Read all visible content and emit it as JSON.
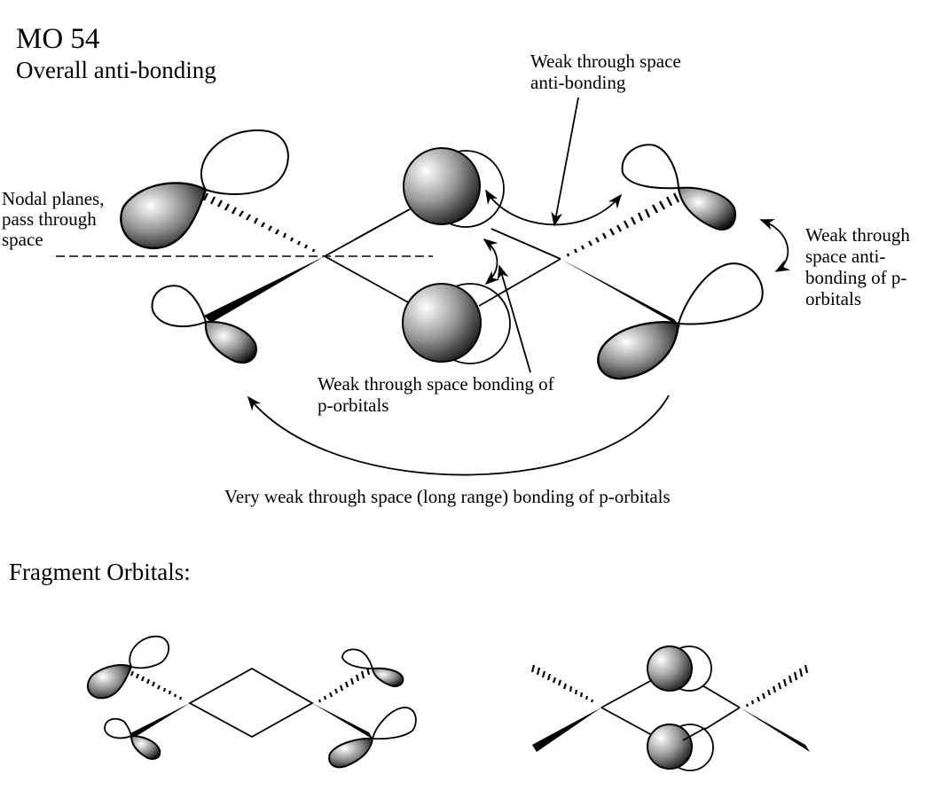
{
  "title": "MO 54",
  "subtitle": "Overall anti-bonding",
  "annotations": {
    "top_right_anti": [
      "Weak through space",
      "anti-bonding"
    ],
    "nodal": [
      "Nodal planes,",
      "pass through",
      "space"
    ],
    "right_anti_p": [
      "Weak through",
      "space anti-",
      "bonding of p-",
      "orbitals"
    ],
    "bonding_p": [
      "Weak through space bonding of",
      "p-orbitals"
    ],
    "long_range": "Very weak through space (long range) bonding of p-orbitals"
  },
  "section_heading": "Fragment Orbitals:",
  "colors": {
    "ink": "#000000",
    "lobe_light": "#ffffff",
    "lobe_dark": "#1a1a1a",
    "background": "#ffffff"
  }
}
